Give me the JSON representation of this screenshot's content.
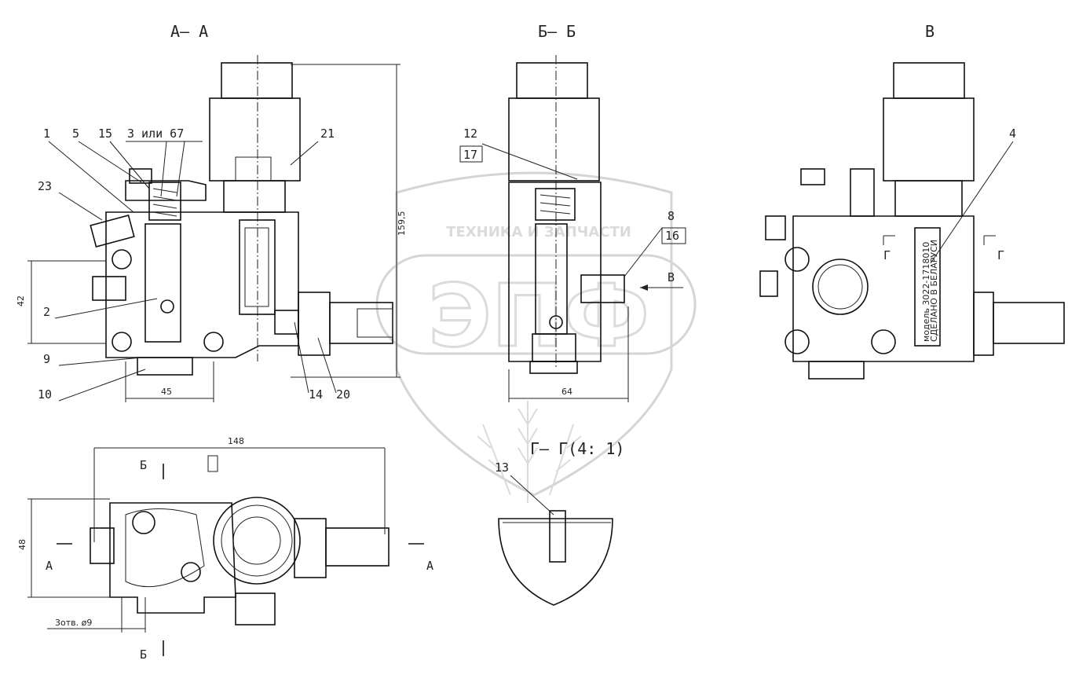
{
  "views": {
    "aa_title": "А– А",
    "bb_title": "Б– Б",
    "v_title": "В",
    "gg_title": "Г– Г(4: 1)"
  },
  "callouts": {
    "p1": "1",
    "p5": "5",
    "p15": "15",
    "p3or67": "3 или 67",
    "p21": "21",
    "p23": "23",
    "p2": "2",
    "p9": "9",
    "p10": "10",
    "p14": "14",
    "p20": "20",
    "p12": "12",
    "p17": "17",
    "p8": "8",
    "p16": "16",
    "p4": "4",
    "p13": "13"
  },
  "dimensions": {
    "d159": "159,5",
    "d42": "42",
    "d45": "45",
    "d64": "64",
    "d148": "148",
    "d48": "48",
    "holes": "3отв. ø9"
  },
  "section_marks": {
    "a_left": "А",
    "a_right": "А",
    "b_top": "Б",
    "b_bottom": "Б",
    "g_left": "Г",
    "g_right": "Г",
    "v_arrow": "В"
  },
  "nameplate": {
    "line1": "модель 3022-1718010",
    "line2": "СДЕЛАНО В БЕЛАРУСИ"
  },
  "watermark": {
    "top": "ТЕХНИКА И ЗАПЧАСТИ",
    "big": "ЭПФ"
  }
}
